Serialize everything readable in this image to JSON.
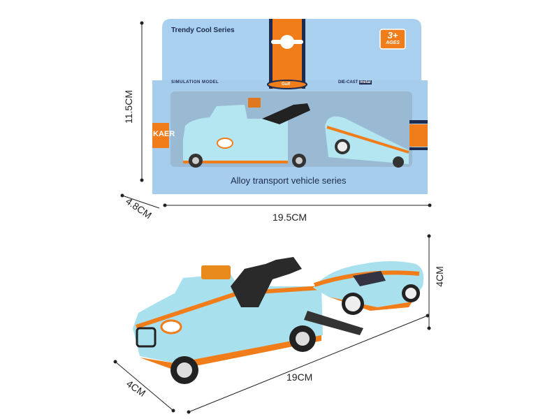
{
  "package": {
    "series_label": "Trendy Cool Series",
    "age_value": "3+",
    "age_unit": "AGES",
    "left_label": "SIMULATION MODEL",
    "right_label_a": "DIE-CAST",
    "right_label_b": "metal",
    "brand_side": "KAER",
    "logo_text": "Gulf",
    "bottom_text": "Alloy transport vehicle series"
  },
  "dimensions": {
    "box_height": "11.5CM",
    "box_depth": "4.8CM",
    "box_width": "19.5CM",
    "toy_height": "4CM",
    "toy_length": "19CM",
    "toy_width": "4CM"
  },
  "colors": {
    "box_blue": "#a9d0ef",
    "orange": "#f07d1a",
    "navy": "#1c2b4e",
    "toy_blue": "#a8e0ee"
  }
}
